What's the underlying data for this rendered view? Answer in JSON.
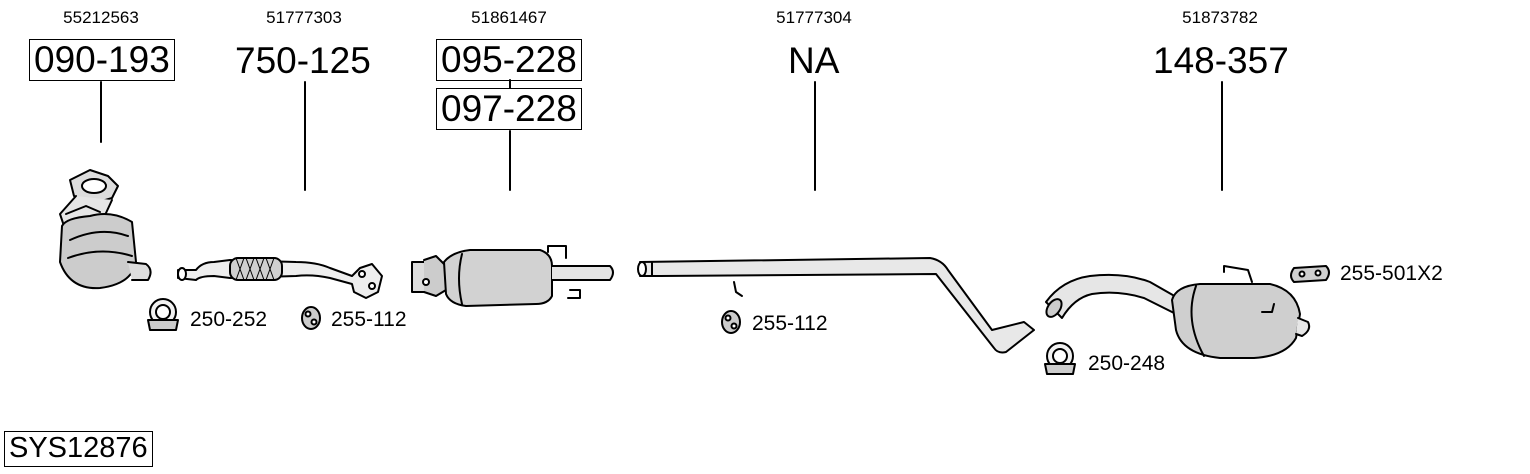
{
  "system": {
    "code": "SYS12876"
  },
  "components": [
    {
      "oem": "55212563",
      "part": "090-193",
      "boxed": true
    },
    {
      "oem": "51777303",
      "part": "750-125",
      "boxed": false
    },
    {
      "oem": "51861467",
      "part": "095-228",
      "part_alt": "097-228",
      "boxed": true
    },
    {
      "oem": "51777304",
      "part": "NA",
      "boxed": false
    },
    {
      "oem": "51873782",
      "part": "148-357",
      "boxed": false
    }
  ],
  "accessories": [
    {
      "label": "250-252",
      "icon": "clamp-icon"
    },
    {
      "label": "255-112",
      "icon": "rubber-mount-icon"
    },
    {
      "label": "255-112",
      "icon": "rubber-mount-icon"
    },
    {
      "label": "250-248",
      "icon": "clamp-icon"
    },
    {
      "label": "255-501X2",
      "icon": "hanger-bracket-icon"
    }
  ]
}
